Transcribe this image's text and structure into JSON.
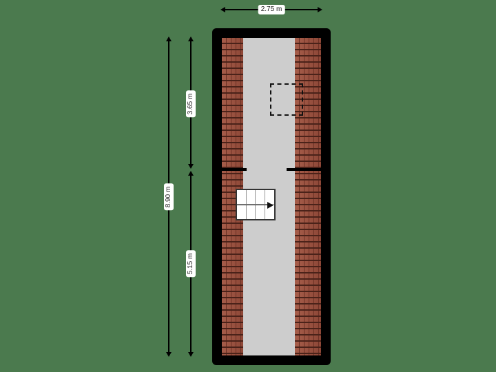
{
  "floorplan": {
    "background_color": "#4b7a4e",
    "wall_color": "#000000",
    "floor_color": "#cdcdcd",
    "roof_tile_color": "#9a5443",
    "dimensions": {
      "width_total": "2.75 m",
      "height_total": "8.90 m",
      "height_upper_room": "3.65 m",
      "height_lower_room": "5.15 m"
    },
    "elements": {
      "skylight": "dashed-outline-roof-window",
      "stairs": "staircase-with-direction-arrow",
      "partition": "interior-wall-divider"
    }
  }
}
